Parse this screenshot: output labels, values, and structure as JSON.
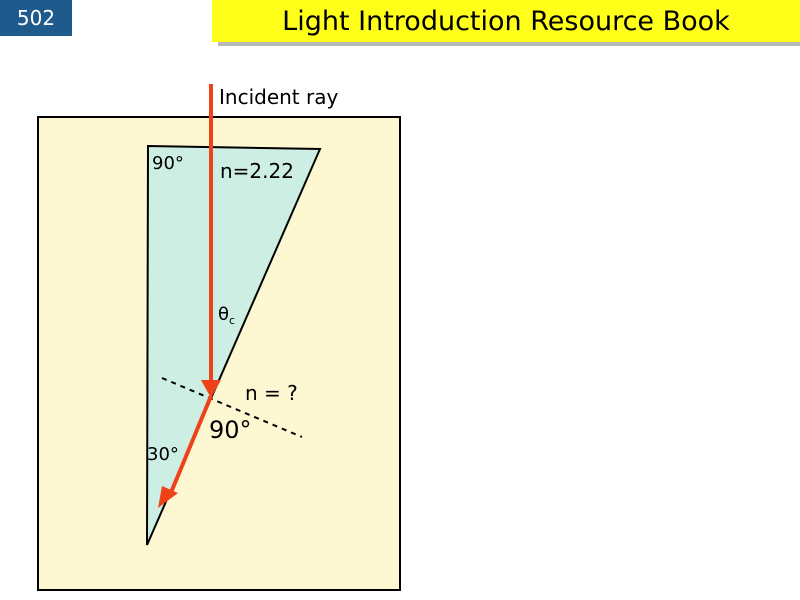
{
  "header": {
    "page_number": "502",
    "title": "Light Introduction Resource Book"
  },
  "diagram": {
    "incident_label": "Incident ray",
    "top_angle": "90°",
    "prism_index": "n=2.22",
    "theta_symbol": "θ",
    "theta_sub": "c",
    "unknown_index": "n = ?",
    "right_angle": "90°",
    "bottom_angle": "30°",
    "colors": {
      "background_box": "#fdf8d2",
      "prism_fill": "#cdeee3",
      "ray": "#f0421a",
      "banner": "#ffff1a",
      "badge": "#1f5a8c"
    }
  }
}
